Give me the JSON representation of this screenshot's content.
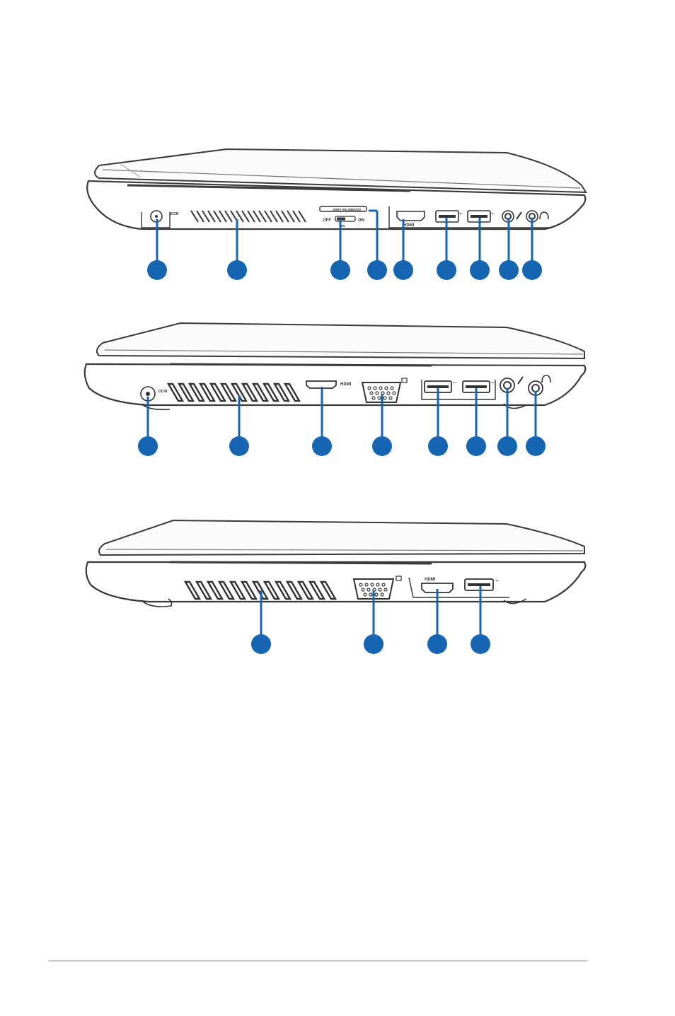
{
  "accent_color": "#1565b3",
  "diagrams": [
    {
      "name": "left-side-view-a",
      "labels": {
        "card_slot": "SMRT MS MMS/SD",
        "switch_off": "OFF",
        "switch_on": "ON",
        "switch_icon_text": "I/O",
        "dc": "DCIN",
        "hdmi": "HDMI"
      }
    },
    {
      "name": "left-side-view-b",
      "labels": {
        "dc": "DCIN",
        "hdmi": "HDMI"
      }
    },
    {
      "name": "left-side-view-c",
      "labels": {
        "hdmi": "HDMI"
      }
    }
  ]
}
